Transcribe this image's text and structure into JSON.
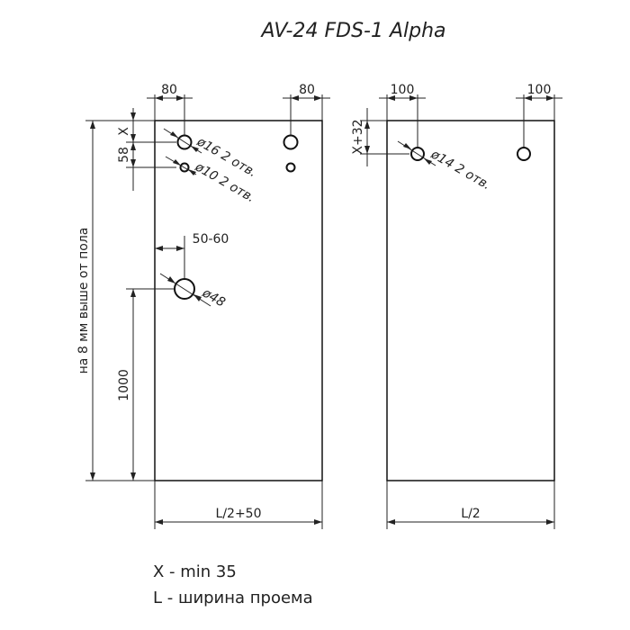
{
  "title": "AV-24   FDS-1 Alpha",
  "left_panel": {
    "dim_top_left": "80",
    "dim_top_right": "80",
    "dim_x_label": "X",
    "dim_58": "58",
    "hole16_label": "ø16 2 отв.",
    "hole10_label": "ø10 2 отв.",
    "dim_50_60": "50-60",
    "hole48_label": "ø48",
    "dim_1000": "1000",
    "floor_label": "на 8 мм выше от пола",
    "width_label": "L/2+50"
  },
  "right_panel": {
    "dim_top_left": "100",
    "dim_top_right": "100",
    "dim_x32": "X+32",
    "hole14_label": "ø14 2 отв.",
    "width_label": "L/2"
  },
  "notes": {
    "x_note": "X  -  min 35",
    "l_note": "L  -  ширина проема"
  }
}
